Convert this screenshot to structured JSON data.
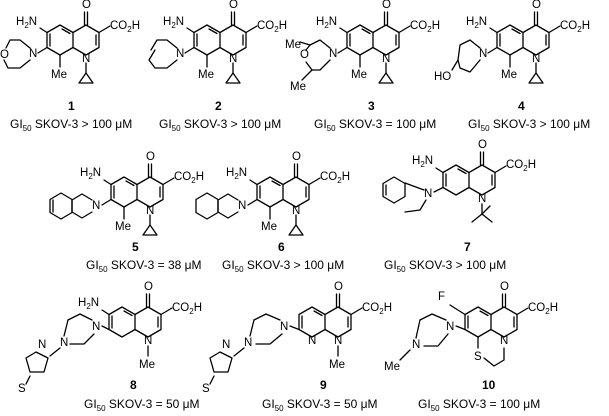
{
  "atom_labels": {
    "amine": "H2N",
    "carbonyl_o": "O",
    "acid": "CO2H",
    "ring_n": "N",
    "methyl": "Me",
    "fluoro": "F",
    "hydroxy": "HO",
    "oxygen": "O",
    "sulfur": "S"
  },
  "compounds": [
    {
      "number": "1",
      "gi_prefix": "GI",
      "gi_sub": "50",
      "gi_text": " SKOV-3 > 100 μM"
    },
    {
      "number": "2",
      "gi_prefix": "GI",
      "gi_sub": "50",
      "gi_text": " SKOV-3 > 100 μM"
    },
    {
      "number": "3",
      "gi_prefix": "GI",
      "gi_sub": "50",
      "gi_text": " SKOV-3 = 100 μM"
    },
    {
      "number": "4",
      "gi_prefix": "GI",
      "gi_sub": "50",
      "gi_text": " SKOV-3 > 100 μM"
    },
    {
      "number": "5",
      "gi_prefix": "GI",
      "gi_sub": "50",
      "gi_text": " SKOV-3 = 38 μM"
    },
    {
      "number": "6",
      "gi_prefix": "GI",
      "gi_sub": "50",
      "gi_text": " SKOV-3 > 100 μM"
    },
    {
      "number": "7",
      "gi_prefix": "GI",
      "gi_sub": "50",
      "gi_text": " SKOV-3 > 100 μM"
    },
    {
      "number": "8",
      "gi_prefix": "GI",
      "gi_sub": "50",
      "gi_text": " SKOV-3 = 50 μM"
    },
    {
      "number": "9",
      "gi_prefix": "GI",
      "gi_sub": "50",
      "gi_text": " SKOV-3 = 50 μM"
    },
    {
      "number": "10",
      "gi_prefix": "GI",
      "gi_sub": "50",
      "gi_text": " SKOV-3 = 100 μM"
    }
  ]
}
